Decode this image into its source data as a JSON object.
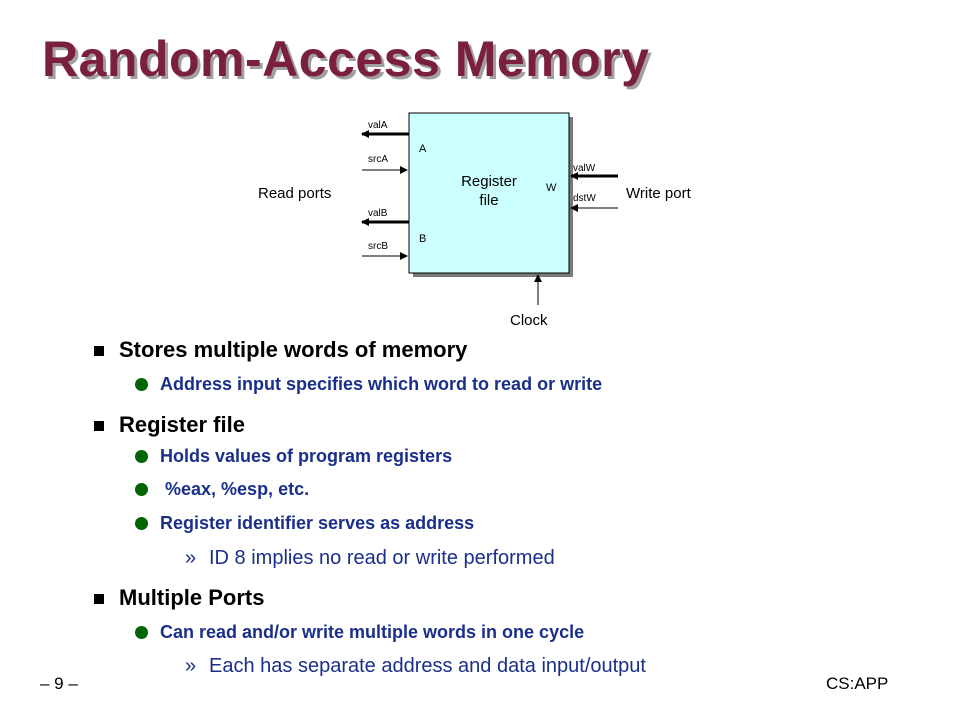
{
  "title": "Random-Access Memory",
  "diagram": {
    "box_label_line1": "Register",
    "box_label_line2": "file",
    "port_a": "A",
    "port_b": "B",
    "port_w": "W",
    "read_ports": "Read ports",
    "write_port": "Write port",
    "clock": "Clock",
    "valA": "valA",
    "srcA": "srcA",
    "valB": "valB",
    "srcB": "srcB",
    "valW": "valW",
    "dstW": "dstW"
  },
  "bullets": [
    {
      "level": 1,
      "text": "Stores multiple words of memory"
    },
    {
      "level": 2,
      "text": "Address input specifies which word to read or write"
    },
    {
      "level": 1,
      "text": "Register file"
    },
    {
      "level": 2,
      "text": "Holds values of program registers"
    },
    {
      "level": 2,
      "text": " %eax, %esp, etc."
    },
    {
      "level": 2,
      "text": "Register identifier serves as address"
    },
    {
      "level": 3,
      "text": "ID 8 implies no read or write performed"
    },
    {
      "level": 1,
      "text": "Multiple Ports"
    },
    {
      "level": 2,
      "text": "Can read and/or write multiple words in one cycle"
    },
    {
      "level": 3,
      "text": "Each has separate address and data input/output"
    }
  ],
  "footer": {
    "page": "– 9 –",
    "source": "CS:APP"
  }
}
